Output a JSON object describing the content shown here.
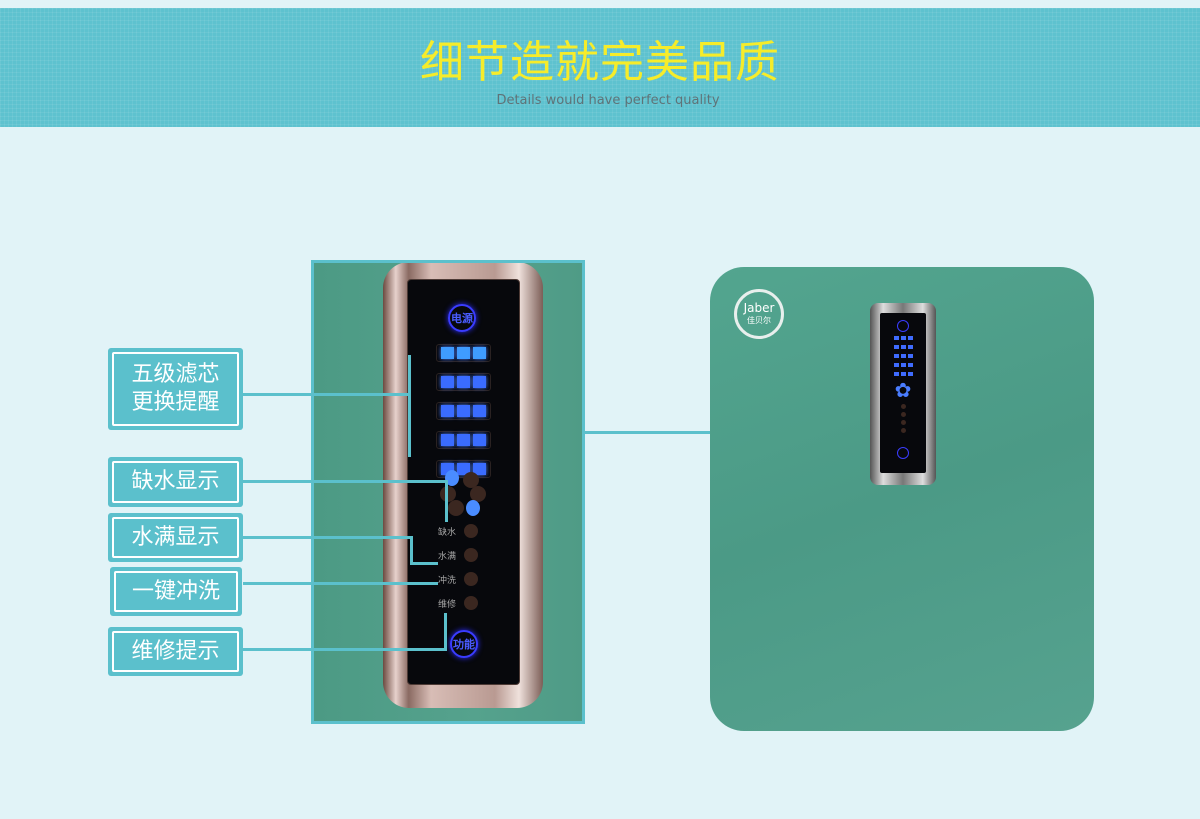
{
  "header": {
    "title": "细节造就完美品质",
    "subtitle": "Details would have perfect quality"
  },
  "panel": {
    "power_button": "电源",
    "function_button": "功能",
    "indicators": [
      "缺水",
      "水满",
      "冲洗",
      "维修"
    ],
    "filter_levels": 5
  },
  "callouts": [
    {
      "line1": "五级滤芯",
      "line2": "更换提醒"
    },
    {
      "line1": "缺水显示"
    },
    {
      "line1": "水满显示"
    },
    {
      "line1": "一键冲洗"
    },
    {
      "line1": "维修提示"
    }
  ],
  "device": {
    "brand": "Jaber",
    "brand_cn": "佳贝尔"
  },
  "colors": {
    "band": "#5ec2cf",
    "title": "#f6ec2a",
    "accent": "#5bc0cc",
    "device": "#4f9e8a",
    "led": "#3a6cff"
  }
}
